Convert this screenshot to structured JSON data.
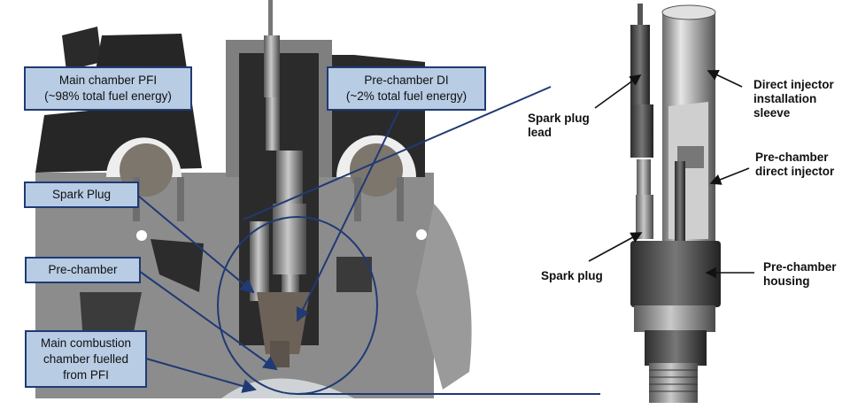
{
  "figure": {
    "left_panel": {
      "subject": "cylinder-head-cross-section",
      "callouts": [
        {
          "id": "main-pfi",
          "lines": [
            "Main chamber PFI",
            "(~98% total fuel energy)"
          ]
        },
        {
          "id": "prechamber-di",
          "lines": [
            "Pre-chamber DI",
            "(~2% total fuel energy)"
          ]
        },
        {
          "id": "spark-plug",
          "lines": [
            "Spark Plug"
          ]
        },
        {
          "id": "pre-chamber",
          "lines": [
            "Pre-chamber"
          ]
        },
        {
          "id": "main-combustion",
          "lines": [
            "Main combustion",
            "chamber fuelled",
            "from PFI"
          ]
        }
      ]
    },
    "right_panel": {
      "subject": "pre-chamber-assembly-render",
      "labels": [
        {
          "id": "spark-plug-lead",
          "lines": [
            "Spark plug",
            "lead"
          ]
        },
        {
          "id": "di-sleeve",
          "lines": [
            "Direct injector",
            "installation",
            "sleeve"
          ]
        },
        {
          "id": "prechamber-injector",
          "lines": [
            "Pre-chamber",
            "direct injector"
          ]
        },
        {
          "id": "spark-plug-r",
          "lines": [
            "Spark plug"
          ]
        },
        {
          "id": "prechamber-housing",
          "lines": [
            "Pre-chamber",
            "housing"
          ]
        }
      ]
    },
    "colors": {
      "callout_fill": "#b8cce4",
      "callout_border": "#1f3a74",
      "leader_line": "#1f3a74",
      "arrow_black": "#111111"
    }
  }
}
